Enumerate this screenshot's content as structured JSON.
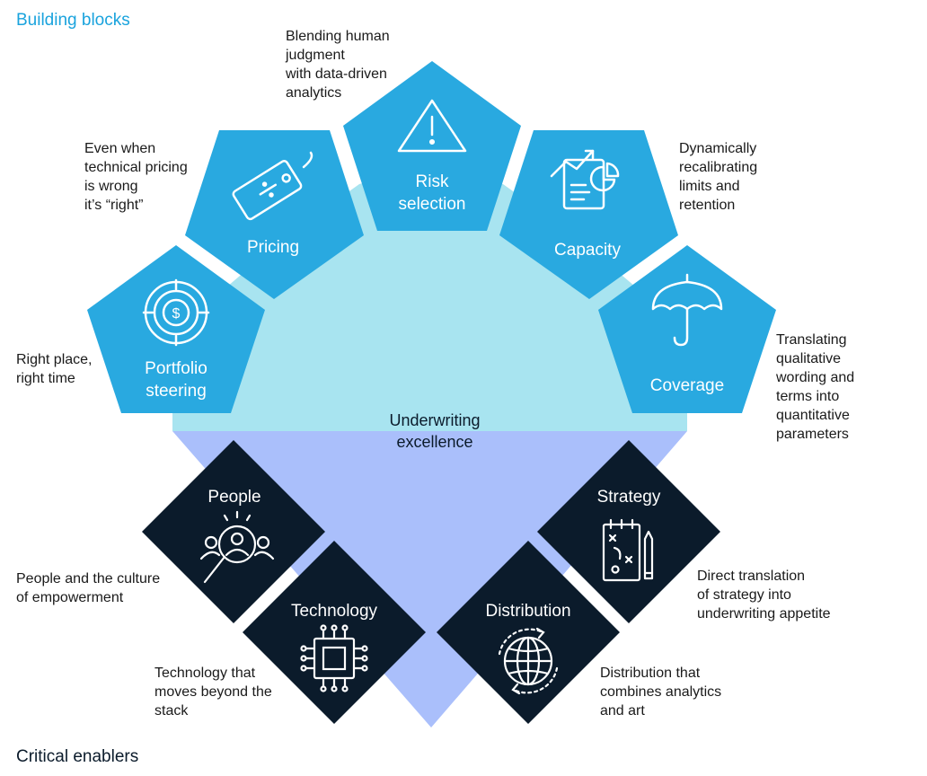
{
  "headings": {
    "building_blocks": "Building blocks",
    "critical_enablers": "Critical enablers"
  },
  "center": {
    "line1": "Underwriting",
    "line2": "excellence"
  },
  "colors": {
    "block_fill": "#29a9e0",
    "upper_arc": "#a8e4f0",
    "lower_triangle": "#aabffb",
    "enabler_fill": "#0b1b2b",
    "heading_blue": "#1aa3dd"
  },
  "building_blocks": [
    {
      "id": "portfolio",
      "line1": "Portfolio",
      "line2": "steering",
      "icon": "dollar-target-icon",
      "description": "Right place,\nright time"
    },
    {
      "id": "pricing",
      "line1": "Pricing",
      "line2": "",
      "icon": "price-tag-icon",
      "description": "Even when\ntechnical pricing\nis wrong\nit’s “right”"
    },
    {
      "id": "risk",
      "line1": "Risk",
      "line2": "selection",
      "icon": "warning-icon",
      "description": "Blending human\njudgment\nwith data-driven\nanalytics"
    },
    {
      "id": "capacity",
      "line1": "Capacity",
      "line2": "",
      "icon": "growth-chart-icon",
      "description": "Dynamically\nrecalibrating\nlimits and\nretention"
    },
    {
      "id": "coverage",
      "line1": "Coverage",
      "line2": "",
      "icon": "umbrella-icon",
      "description": "Translating\nqualitative\nwording and\nterms into\nquantitative\nparameters"
    }
  ],
  "enablers": [
    {
      "id": "people",
      "label": "People",
      "icon": "people-search-icon",
      "description": "People and the culture\nof empowerment"
    },
    {
      "id": "technology",
      "label": "Technology",
      "icon": "chip-icon",
      "description": "Technology that\nmoves beyond the\nstack"
    },
    {
      "id": "distribution",
      "label": "Distribution",
      "icon": "globe-icon",
      "description": "Distribution that\ncombines analytics\nand art"
    },
    {
      "id": "strategy",
      "label": "Strategy",
      "icon": "strategy-board-icon",
      "description": "Direct translation\nof strategy into\nunderwriting appetite"
    }
  ]
}
